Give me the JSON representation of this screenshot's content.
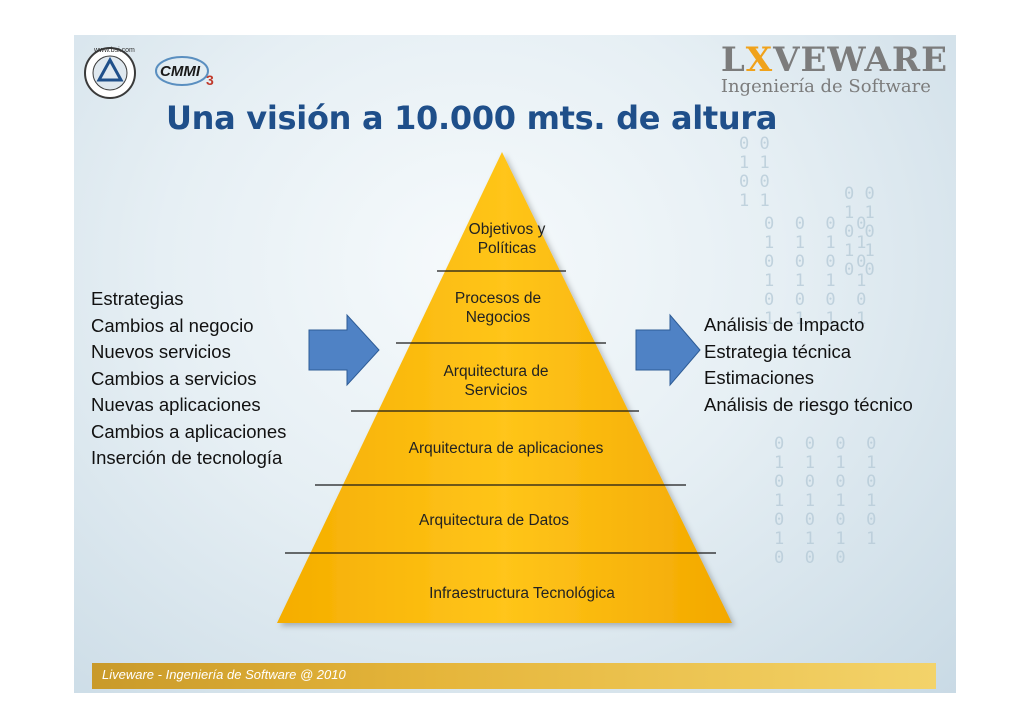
{
  "title": "Una visión a 10.000 mts. de altura",
  "brand": {
    "name_part1": "L",
    "name_x": "X",
    "name_part2": "VEWARE",
    "subtitle": "Ingeniería de Software"
  },
  "logos": {
    "cmmi": "CMMI",
    "cmmi_level": "3",
    "cert_url": "www.bsi.com"
  },
  "pyramid": {
    "levels": [
      {
        "lines": [
          "Objetivos y",
          "Políticas"
        ]
      },
      {
        "lines": [
          "Procesos de",
          "Negocios"
        ]
      },
      {
        "lines": [
          "Arquitectura de",
          "Servicios"
        ]
      },
      {
        "lines": [
          "Arquitectura de aplicaciones"
        ]
      },
      {
        "lines": [
          "Arquitectura de Datos"
        ]
      },
      {
        "lines": [
          "Infraestructura Tecnológica"
        ]
      }
    ]
  },
  "inputs": [
    "Estrategias",
    "Cambios al negocio",
    "Nuevos servicios",
    "Cambios a servicios",
    "Nuevas aplicaciones",
    "Cambios a aplicaciones",
    "Inserción de tecnología"
  ],
  "outputs": [
    "Análisis de Impacto",
    "Estrategia técnica",
    "Estimaciones",
    "Análisis de riesgo técnico"
  ],
  "footer": "Liveware - Ingeniería de Software @ 2010",
  "colors": {
    "pyramid": "#f6b800",
    "arrow": "#4f82c5",
    "title": "#1f4f8a",
    "footer": "#e5b53a"
  }
}
